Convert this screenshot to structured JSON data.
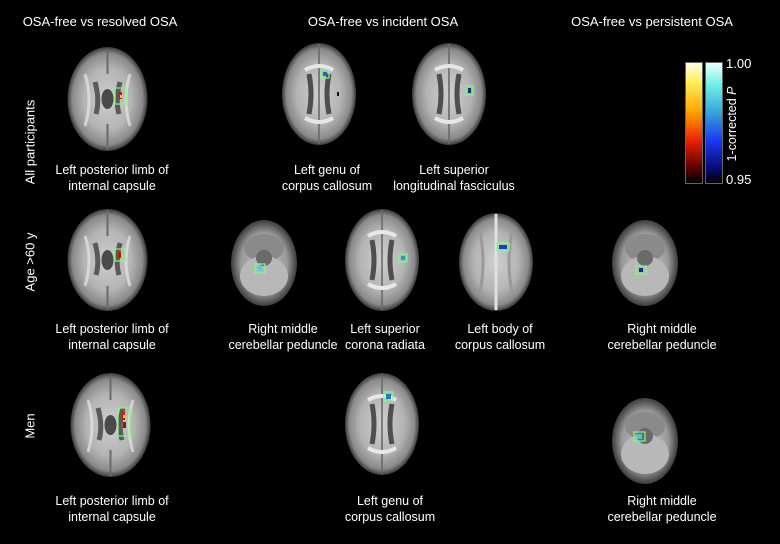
{
  "columns": [
    "OSA-free vs resolved OSA",
    "OSA-free vs incident OSA",
    "OSA-free vs persistent OSA"
  ],
  "rows": [
    "All participants",
    "Age >60 y",
    "Men"
  ],
  "captions": {
    "r1_resolved": [
      "Left posterior limb of",
      "internal capsule"
    ],
    "r1_genu": [
      "Left genu of",
      "corpus callosum"
    ],
    "r1_slf": [
      "Left superior",
      "longitudinal fasciculus"
    ],
    "r2_resolved": [
      "Left posterior limb of",
      "internal capsule"
    ],
    "r2_mcp": [
      "Right middle",
      "cerebellar peduncle"
    ],
    "r2_scr": [
      "Left superior",
      "corona radiata"
    ],
    "r2_body": [
      "Left body of",
      "corpus callosum"
    ],
    "r2_persistent": [
      "Right middle",
      "cerebellar peduncle"
    ],
    "r3_resolved": [
      "Left posterior limb of",
      "internal capsule"
    ],
    "r3_genu": [
      "Left genu of",
      "corpus callosum"
    ],
    "r3_persistent": [
      "Right middle",
      "cerebellar peduncle"
    ]
  },
  "legend": {
    "max": "1.00",
    "min": "0.95",
    "title_prefix": "1-corrected ",
    "title_var": "P"
  },
  "colors": {
    "background": "#000000",
    "highlight_box": "#7cff7c"
  }
}
